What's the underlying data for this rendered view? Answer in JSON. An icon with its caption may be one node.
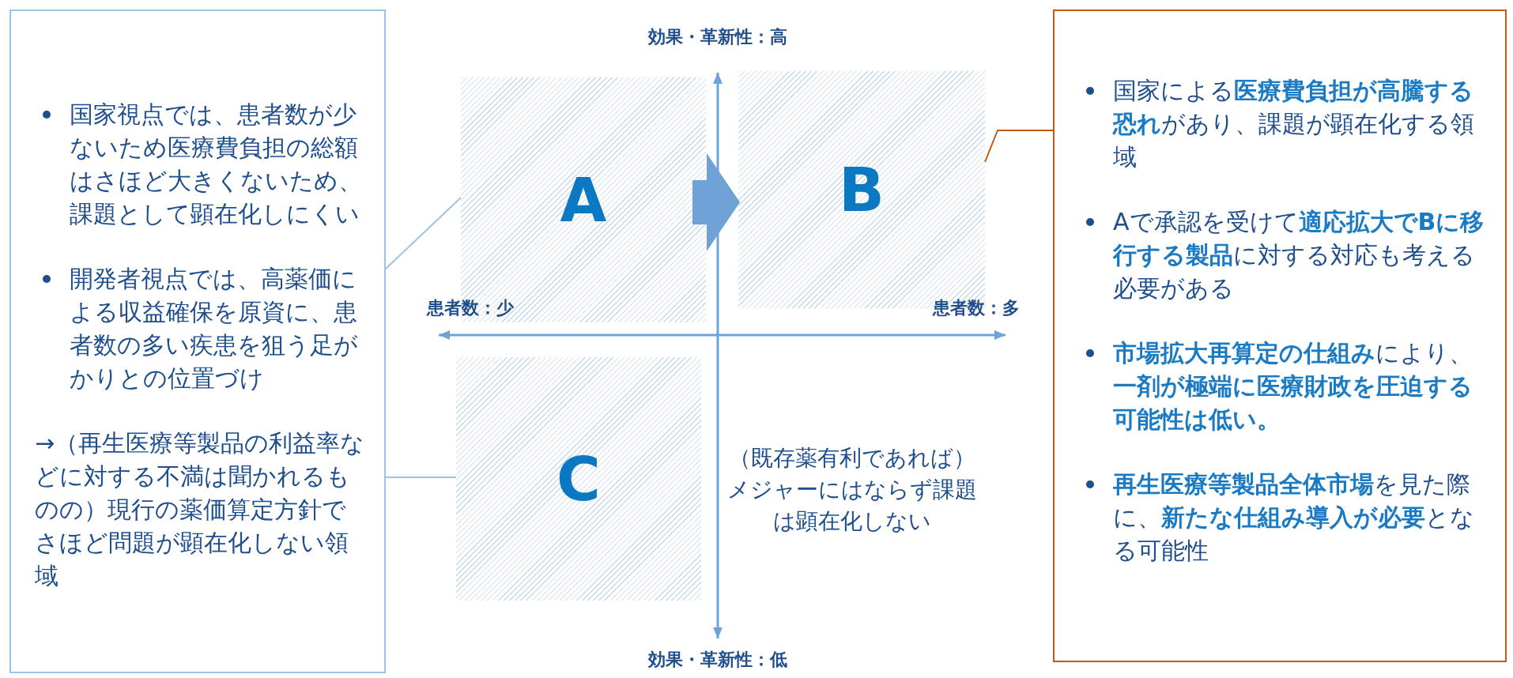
{
  "diagram": {
    "nodes": [
      {
        "text": [
          "国家視点では、患者数が少ないため医療費負担の総額はさほど大きくないため、課題として顕在化しにくい",
          "開発者視点では、高薬価による収益確保を原資に、患者数の多い疾患を狙う足がかりとの位置づけ",
          "→（再生医療等製品の利益率などに対する不満は聞かれるものの）現行の薬価算定方針でさほど問題が顕在化しない領域"
        ]
      },
      {
        "text": [
          "A"
        ]
      },
      {
        "text": [
          "B"
        ]
      },
      {
        "text": [
          "C"
        ]
      },
      {
        "text": [
          "国家による**医療費負担が高騰する恐れ**があり、課題が顕在化する領域",
          "Aで承認を受けて**適応拡大でBに移行する製品**に対する対応も考える必要がある",
          "**市場拡大再算定の仕組み**により、**一剤が極端に医療財政を圧迫する可能性は低い。**",
          "**再生医療等製品全体市場**を見た際に、**新たな仕組み導入が必要**となる可能性"
        ]
      }
    ],
    "edges": [
      {
        "from": 0,
        "to": 1,
        "arrow": "none"
      },
      {
        "from": 0,
        "to": 3,
        "arrow": "none"
      },
      {
        "from": 4,
        "to": 2,
        "arrow": "none",
        "color": "#c55a11"
      },
      {
        "from": 1,
        "to": 2,
        "arrow": "to",
        "style": "thick",
        "color": "#6fa3d8"
      }
    ],
    "labels": [
      "効果・革新性：高",
      "患者数：少",
      "患者数：多",
      "（既存薬有利であれば）メジャーにはならず課題は顕在化しない",
      "効果・革新性：低"
    ]
  }
}
